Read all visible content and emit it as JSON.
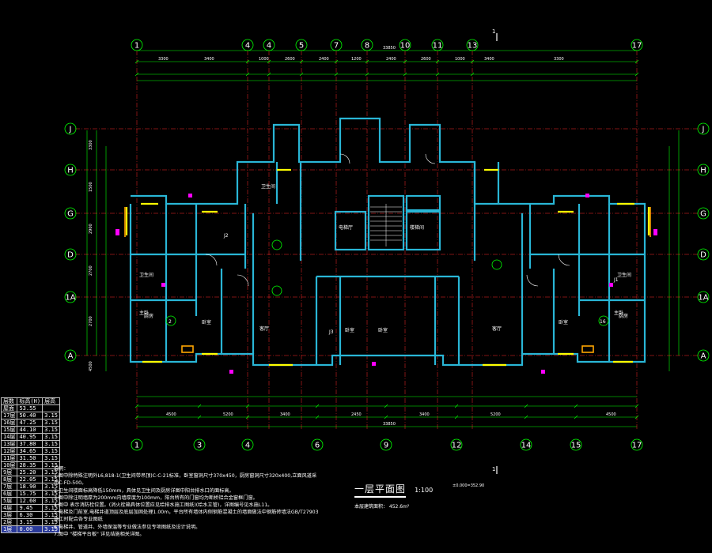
{
  "colors": {
    "background": "#000000",
    "axis_line": "#ff2a2a",
    "axis_bubble": "#00ff00",
    "wall": "#29b6d6",
    "dimension": "#00ff00",
    "text": "#ffffff",
    "window": "#ffff00",
    "door": "#ff00ff",
    "accent": "#ffa500",
    "table_highlight": "#2a3a9a"
  },
  "grid": {
    "top_axes": [
      "1",
      "4",
      "4",
      "5",
      "7",
      "8",
      "10",
      "11",
      "13",
      "17"
    ],
    "bottom_axes": [
      "1",
      "3",
      "4",
      "6",
      "9",
      "12",
      "14",
      "15",
      "17"
    ],
    "left_axes": [
      "J",
      "H",
      "G",
      "D",
      "1A",
      "A"
    ],
    "right_axes": [
      "J",
      "H",
      "G",
      "D",
      "1A",
      "A"
    ],
    "top_overall_dim": "33850",
    "bottom_overall_dim": "33850",
    "top_dims": [
      "3300",
      "3400",
      "1000",
      "2600",
      "2400",
      "1200",
      "2400",
      "2600",
      "1000",
      "3400",
      "3300"
    ],
    "bottom_dims": [
      "4500",
      "5200",
      "3400",
      "2450",
      "3400",
      "5200",
      "4500"
    ],
    "left_dims": [
      "3300",
      "1500",
      "2900",
      "2700",
      "2700",
      "4500"
    ]
  },
  "rooms": {
    "kitchen_labels": [
      "厨房",
      "厨房"
    ],
    "bath_labels": [
      "卫生间",
      "卫生间",
      "卫生间"
    ],
    "hall_labels": [
      "客厅",
      "客厅"
    ],
    "bedroom_labels": [
      "卧室",
      "卧室",
      "卧室",
      "卧室",
      "主卧",
      "主卧"
    ],
    "stair_labels": [
      "电梯厅",
      "楼梯间"
    ],
    "unit_marks": [
      "2",
      "16",
      "J2",
      "J1",
      "J3"
    ]
  },
  "level_table": {
    "headers": [
      "层数",
      "标高(H)",
      "层高"
    ],
    "rows": [
      [
        "屋面",
        "53.55",
        ""
      ],
      [
        "17层",
        "50.40",
        "3.15"
      ],
      [
        "16层",
        "47.25",
        "3.15"
      ],
      [
        "15层",
        "44.10",
        "3.15"
      ],
      [
        "14层",
        "40.95",
        "3.15"
      ],
      [
        "13层",
        "37.80",
        "3.15"
      ],
      [
        "12层",
        "34.65",
        "3.15"
      ],
      [
        "11层",
        "31.50",
        "3.15"
      ],
      [
        "10层",
        "28.35",
        "3.15"
      ],
      [
        "9层",
        "25.20",
        "3.15"
      ],
      [
        "8层",
        "22.05",
        "3.15"
      ],
      [
        "7层",
        "18.90",
        "3.15"
      ],
      [
        "6层",
        "15.75",
        "3.15"
      ],
      [
        "5层",
        "12.60",
        "3.15"
      ],
      [
        "4层",
        "9.45",
        "3.15"
      ],
      [
        "3层",
        "6.30",
        "3.15"
      ],
      [
        "2层",
        "3.15",
        "3.15"
      ],
      [
        "1层",
        "0.00",
        "3.15"
      ]
    ],
    "selected_row": 17
  },
  "notes": {
    "heading": "说明：",
    "lines": [
      "1.图中除特殊注明外L6,818-1(卫生间带吊顶)C-C-21标准，卧室窗洞尺寸370x450，厨房窗洞尺寸320x400,立面风道采",
      "  用C-FD-500。",
      "2.卫生间楼面标高降低150mm，具体见卫生间及厨房详图中阳台排水口的面标高。",
      "3.图中除注明墙厚为200mm内墙厚度为100mm，阳台所有的门窗均为断桥铝合金窗框门窗。",
      "4.图中    表示消防栓位置。(消火栓箱具体位置应见给排水施工图纸)(给水立管)，详图编号见水施L11。",
      "5.电梯及门前室,电梯井道顶层及底层加固处理1.00m，平台所有墙体内侧钢筋混凝土的墙面做法中钢筋砖墙法GB/T27903",
      "  施工时配合各专业图纸",
      "6.电梯井、管道井、外墙保温等专业做法参见专项图纸及设计说明。",
      "7.图中 \"楼梯平台板\" 详见结施相关详图。"
    ]
  },
  "title_block": {
    "title": "一层平面图",
    "scale": "1:100",
    "area_note": "本层建筑面积： 452.6m²",
    "elevation_note": "±0.000=352.90"
  },
  "section_mark": "1"
}
